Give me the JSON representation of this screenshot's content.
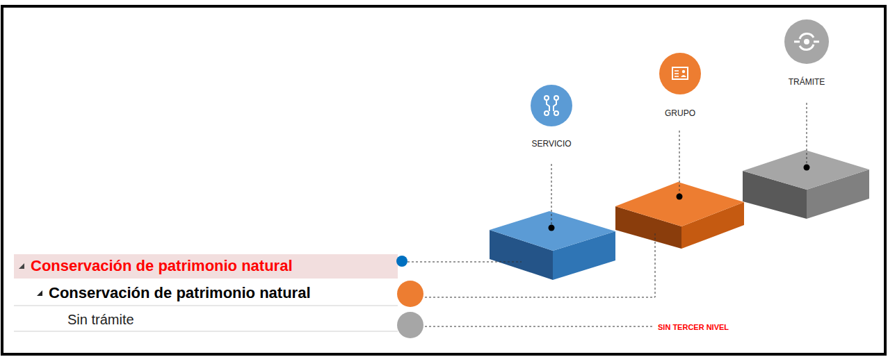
{
  "diagram": {
    "nodes": [
      {
        "text": [
          "Conservación de patrimonio natural"
        ]
      },
      {
        "text": [
          "Conservación de patrimonio natural"
        ]
      },
      {
        "text": [
          "Sin trámite"
        ]
      },
      {
        "text": [
          "SERVICIO"
        ]
      },
      {
        "text": [
          "GRUPO"
        ]
      },
      {
        "text": [
          "TRÁMITE"
        ]
      }
    ],
    "labels": [
      "SIN TERCER NIVEL"
    ]
  }
}
